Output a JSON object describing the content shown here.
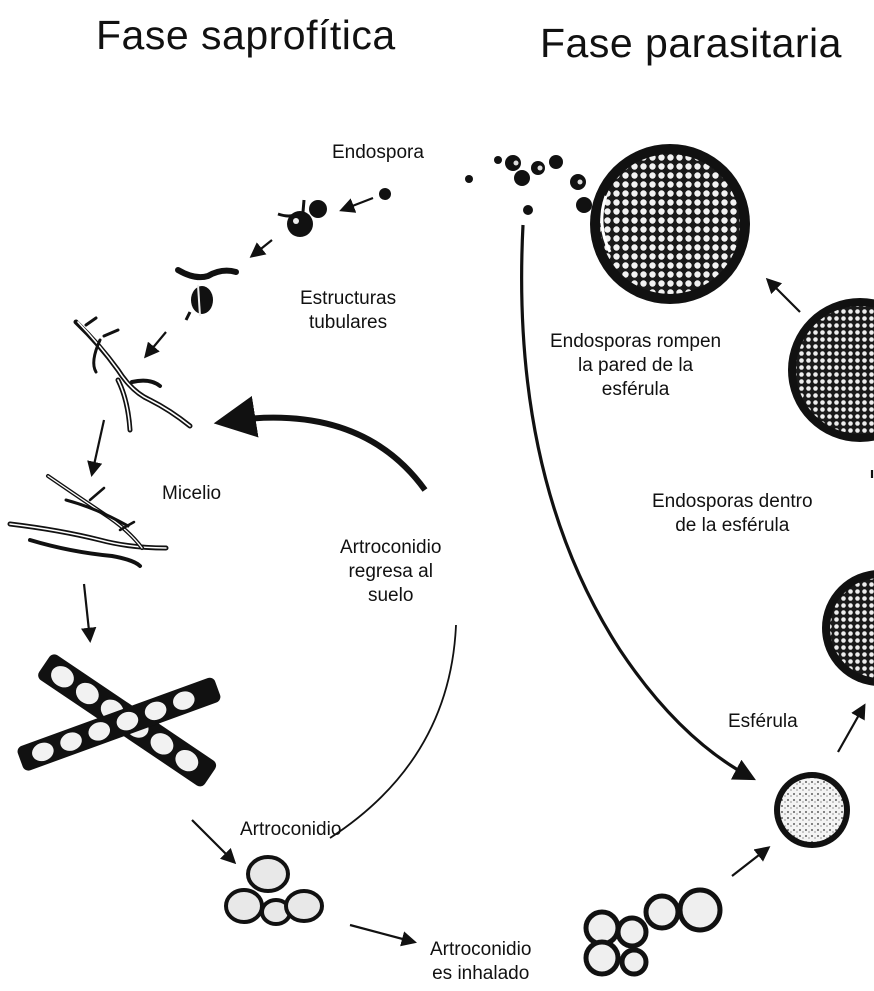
{
  "headers": {
    "saprophytic": "Fase saprofítica",
    "parasitic": "Fase parasitaria"
  },
  "labels": {
    "endospora": "Endospora",
    "estructuras": [
      "Estructuras",
      "tubulares"
    ],
    "micelio": "Micelio",
    "artroconidio_regresa": [
      "Artroconidio",
      "regresa al",
      "suelo"
    ],
    "artroconidio": "Artroconidio",
    "artroconidio_inhalado": [
      "Artroconidio",
      "es inhalado"
    ],
    "esferula": "Esférula",
    "endosporas_dentro": [
      "Endosporas dentro",
      "de la esférula"
    ],
    "endosporas_rompen": [
      "Endosporas rompen",
      "la pared de la",
      "esférula"
    ]
  }
}
